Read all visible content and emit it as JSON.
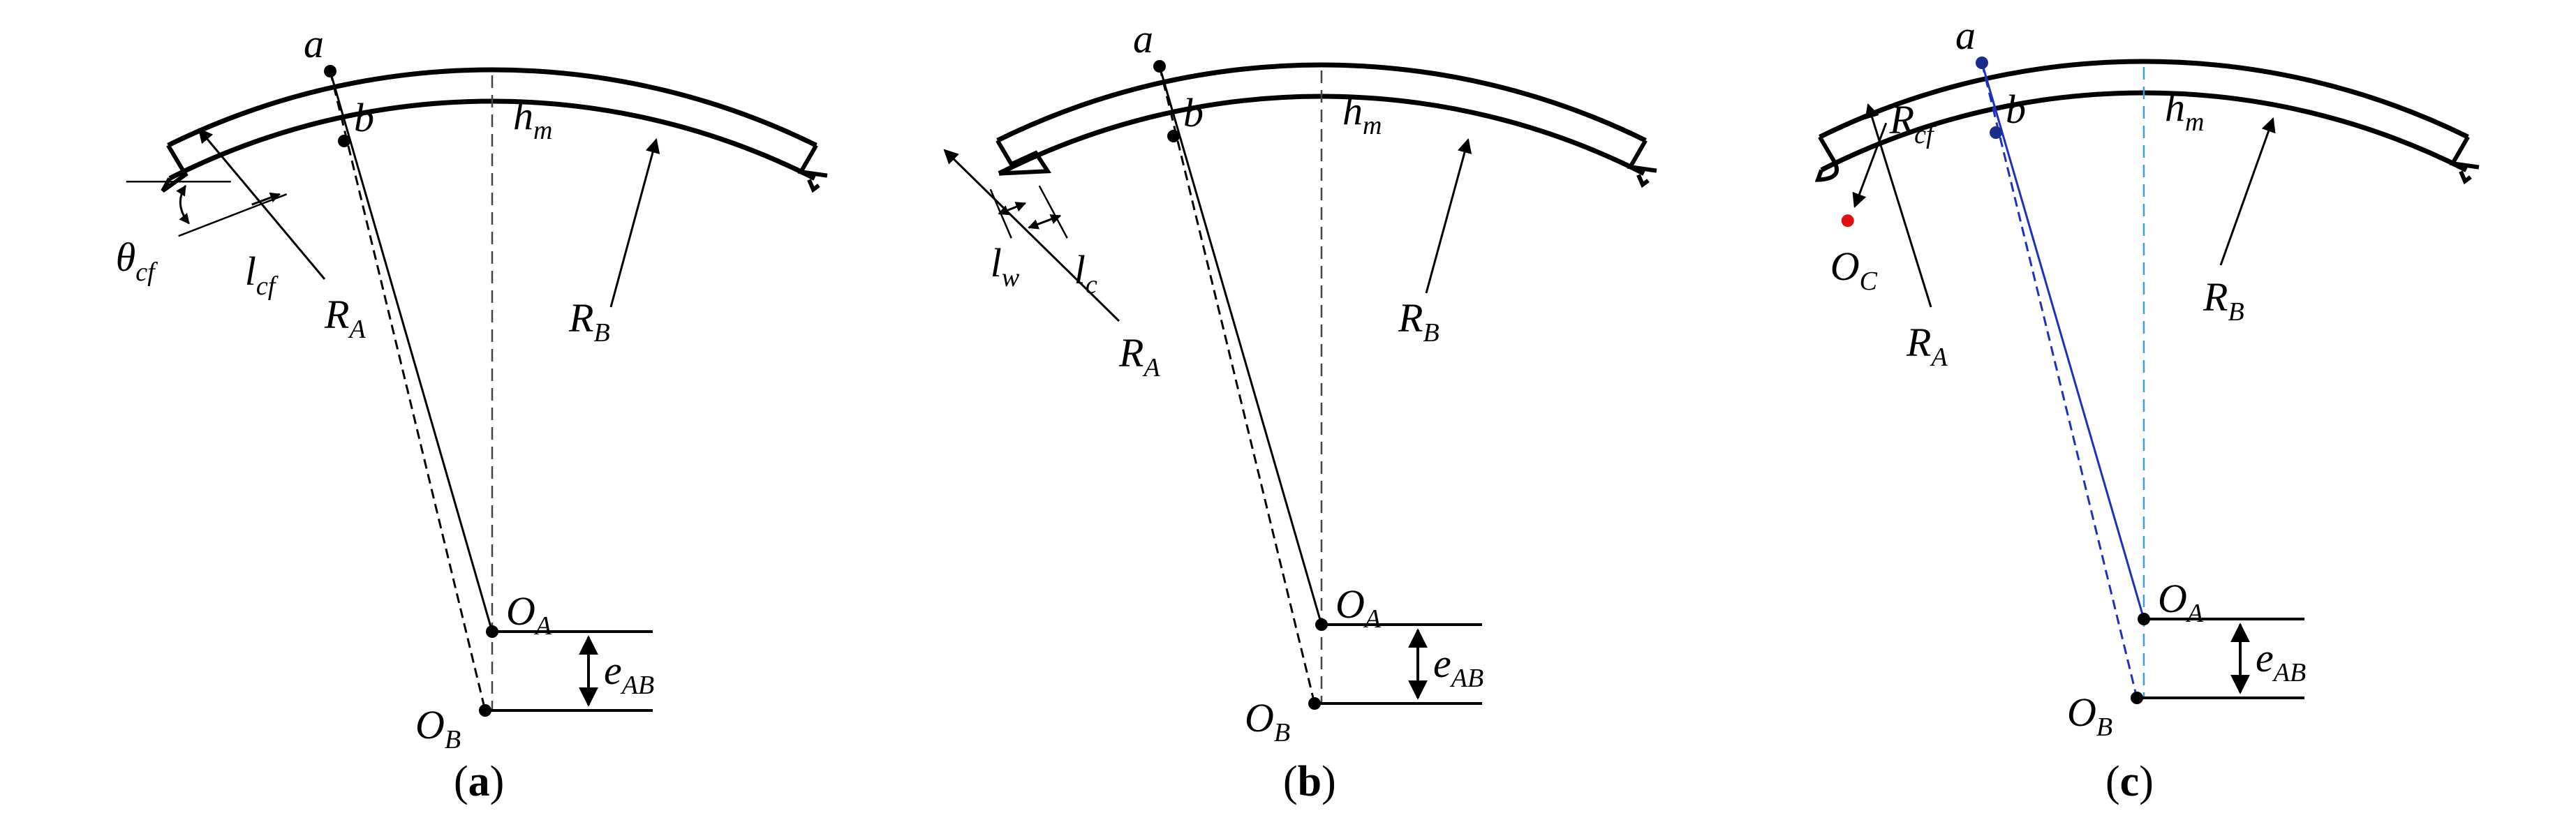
{
  "colors": {
    "ink": "#000000",
    "construction_blue": "#1f2fbf",
    "center_line_cyan": "#3aa0d8",
    "point_red": "#e01010",
    "point_blue": "#1a2c8c"
  },
  "panels": [
    {
      "id": "a",
      "caption": {
        "open": "(",
        "letter": "a",
        "close": ")"
      },
      "labels": {
        "point_a": "a",
        "point_b": "b",
        "hm": {
          "base": "h",
          "sub": "m"
        },
        "RA": {
          "base": "R",
          "sub": "A"
        },
        "RB": {
          "base": "R",
          "sub": "B"
        },
        "OA": {
          "base": "O",
          "sub": "A"
        },
        "OB": {
          "base": "O",
          "sub": "B"
        },
        "eAB": {
          "base": "e",
          "sub": "AB"
        },
        "theta_cf": {
          "base": "θ",
          "sub": "cf"
        },
        "l_cf": {
          "base": "l",
          "sub": "cf"
        }
      }
    },
    {
      "id": "b",
      "caption": {
        "open": "(",
        "letter": "b",
        "close": ")"
      },
      "labels": {
        "point_a": "a",
        "point_b": "b",
        "hm": {
          "base": "h",
          "sub": "m"
        },
        "RA": {
          "base": "R",
          "sub": "A"
        },
        "RB": {
          "base": "R",
          "sub": "B"
        },
        "OA": {
          "base": "O",
          "sub": "A"
        },
        "OB": {
          "base": "O",
          "sub": "B"
        },
        "eAB": {
          "base": "e",
          "sub": "AB"
        },
        "l_w": {
          "base": "l",
          "sub": "w"
        },
        "l_c": {
          "base": "l",
          "sub": "c"
        }
      }
    },
    {
      "id": "c",
      "caption": {
        "open": "(",
        "letter": "c",
        "close": ")"
      },
      "labels": {
        "point_a": "a",
        "point_b": "b",
        "hm": {
          "base": "h",
          "sub": "m"
        },
        "RA": {
          "base": "R",
          "sub": "A"
        },
        "RB": {
          "base": "R",
          "sub": "B"
        },
        "OA": {
          "base": "O",
          "sub": "A"
        },
        "OB": {
          "base": "O",
          "sub": "B"
        },
        "eAB": {
          "base": "e",
          "sub": "AB"
        },
        "R_cf": {
          "base": "R",
          "sub": "cf"
        },
        "O_C": {
          "base": "O",
          "sub": "C"
        }
      }
    }
  ]
}
